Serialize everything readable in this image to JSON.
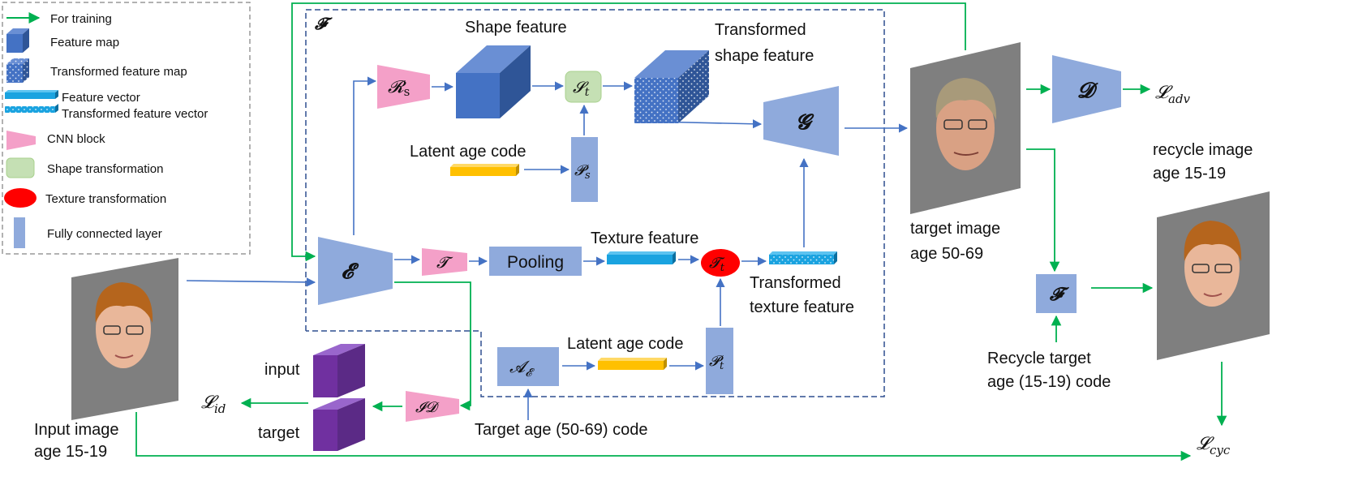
{
  "legend": {
    "for_training": "For training",
    "feature_map": "Feature map",
    "transformed_feature_map": "Transformed feature map",
    "feature_vector": "Feature vector",
    "transformed_feature_vector": "Transformed feature vector",
    "cnn_block": "CNN block",
    "shape_transformation": "Shape transformation",
    "texture_transformation": "Texture  transformation",
    "fully_connected_layer": "Fully connected layer"
  },
  "blocks": {
    "F_box": "𝓕",
    "R_s": "𝓡",
    "R_s_sub": "s",
    "S_t": "𝓢",
    "S_t_sub": "t",
    "P_s": "𝓟",
    "P_s_sub": "s",
    "G": "𝓖",
    "E": "𝓔",
    "T": "𝓣",
    "pooling": "Pooling",
    "T_t": "𝓣",
    "T_t_sub": "t",
    "P_t": "𝓟",
    "P_t_sub": "t",
    "A_E": "𝓐",
    "A_E_sub": "𝓔",
    "ID": "𝓘𝓓",
    "D": "𝓓",
    "F_recycle": "𝓕"
  },
  "labels": {
    "shape_feature": "Shape feature",
    "transformed_shape_1": "Transformed",
    "transformed_shape_2": "shape feature",
    "latent_age_code_top": "Latent age code",
    "texture_feature": "Texture feature",
    "transformed_texture_1": "Transformed",
    "transformed_texture_2": "texture feature",
    "latent_age_code_bottom": "Latent age code",
    "target_age_code": "Target age (50-69) code",
    "input_label": "input",
    "target_label": "target",
    "input_image_1": "Input image",
    "input_image_2": "age 15-19",
    "target_image_1": "target image",
    "target_image_2": "age 50-69",
    "recycle_image_1": "recycle image",
    "recycle_image_2": "age 15-19",
    "recycle_target_1": "Recycle target",
    "recycle_target_2": "age (15-19) code"
  },
  "losses": {
    "L": "𝓛",
    "id": "id",
    "adv": "adv",
    "cyc": "cyc"
  },
  "colors": {
    "cnn_pink": "#f4a0c8",
    "fc_blue": "#8faadc",
    "map_blue": "#4472c4",
    "vector_cyan": "#1aa3e0",
    "latent_yellow": "#ffc000",
    "shape_green": "#c5e0b4",
    "texture_red": "#ff0000",
    "purple": "#7030a0",
    "arrow_blue": "#4472c4",
    "arrow_green": "#00b050",
    "dash_box": "#2f4f8f"
  }
}
